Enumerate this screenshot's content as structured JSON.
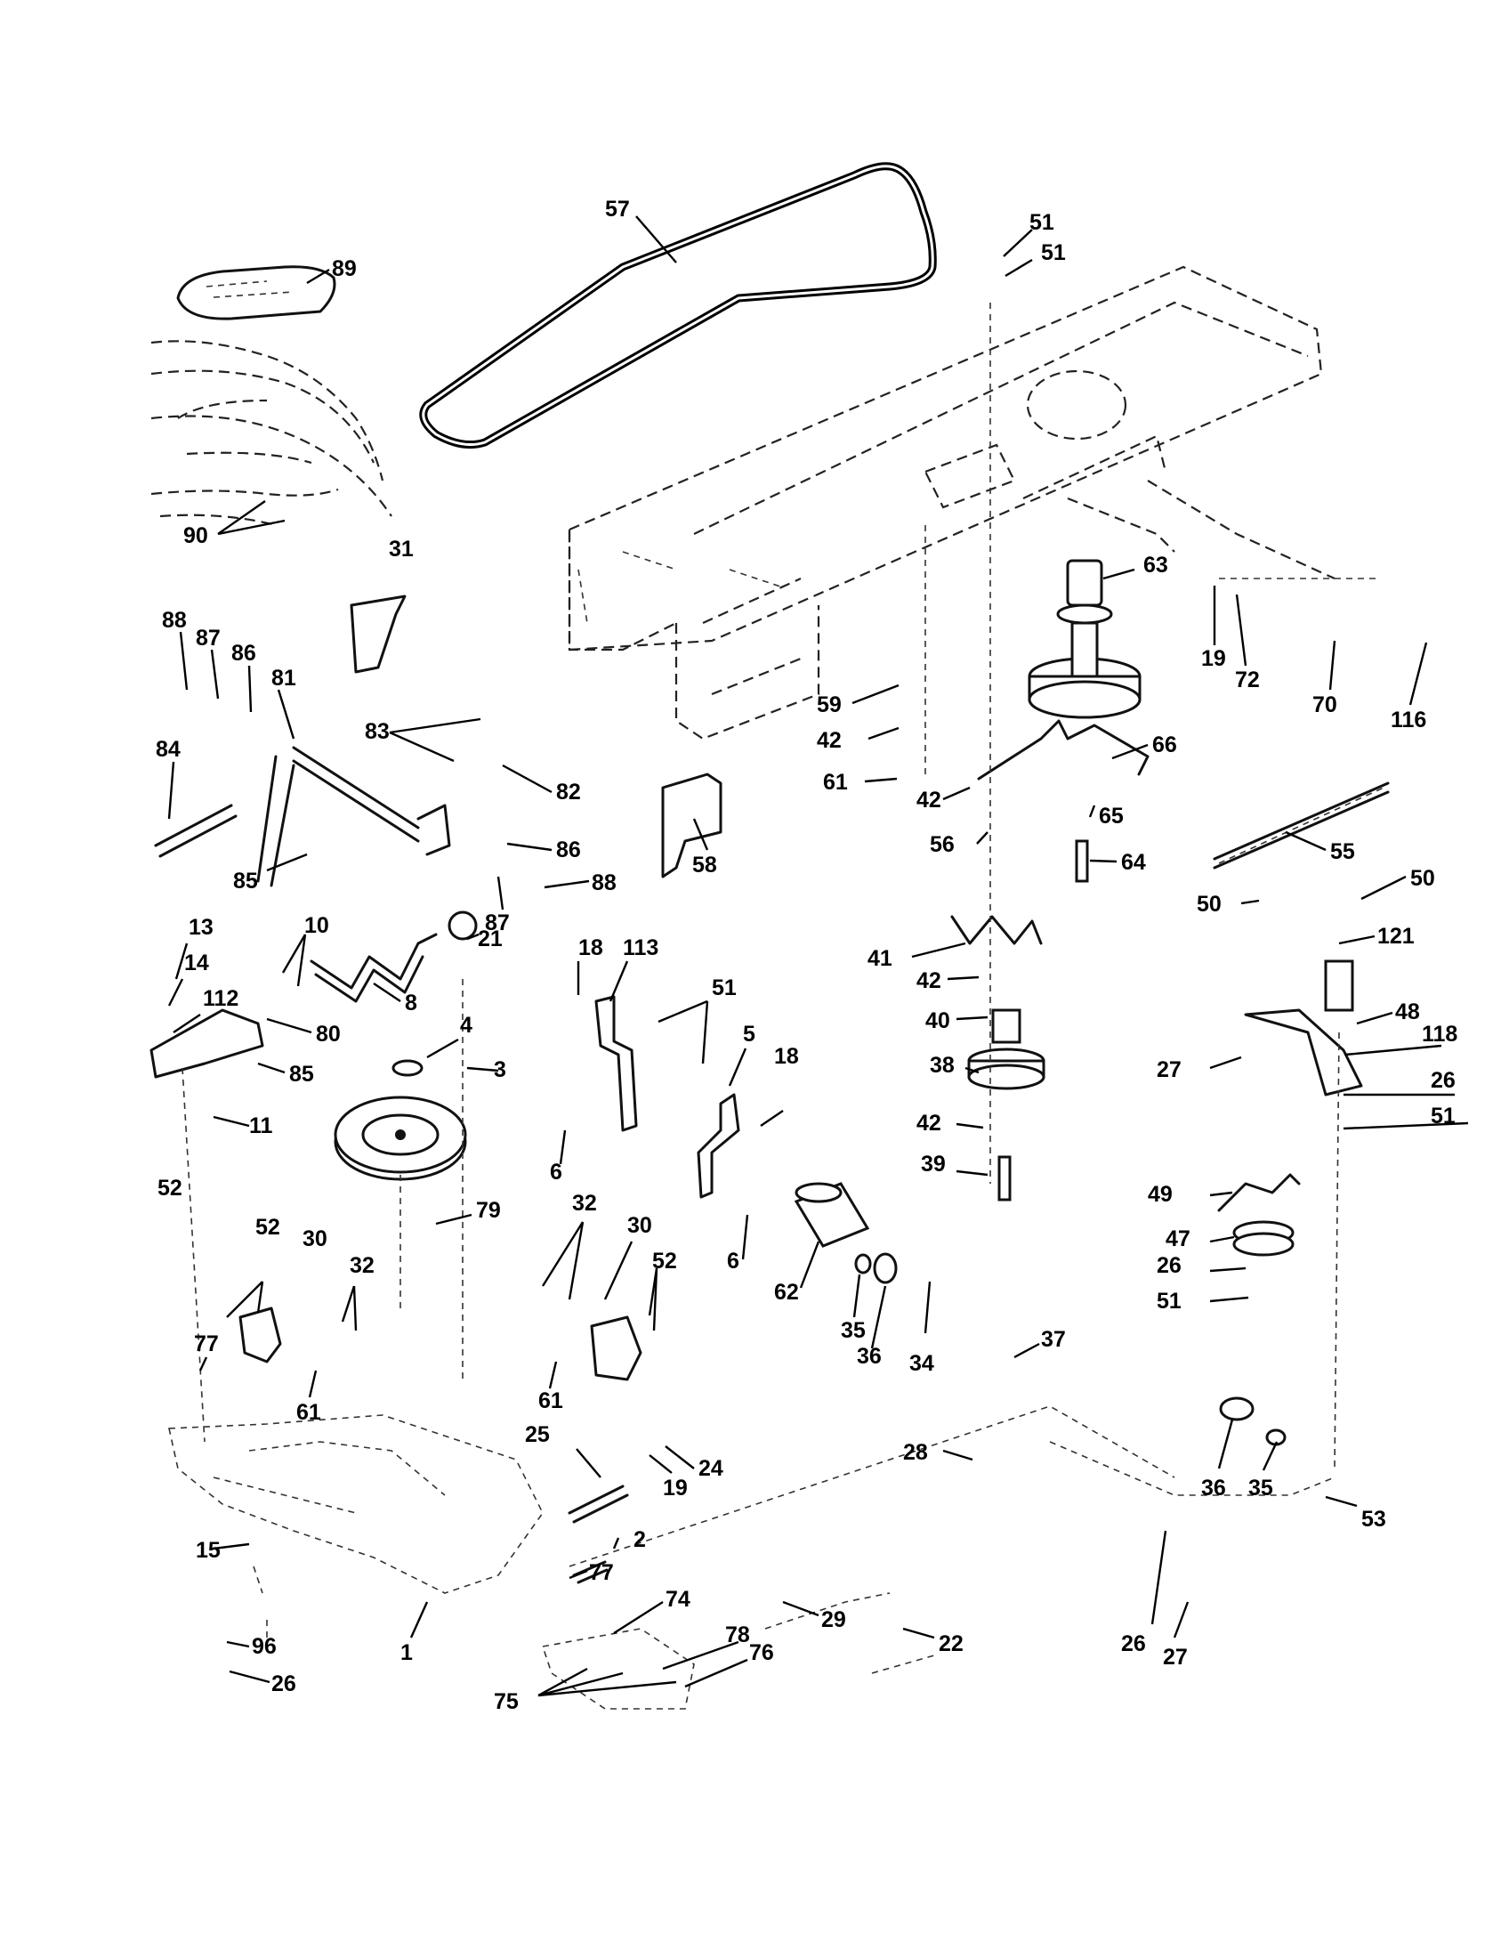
{
  "callouts": [
    {
      "id": "57",
      "label": "57"
    },
    {
      "id": "89",
      "label": "89"
    },
    {
      "id": "51a",
      "label": "51"
    },
    {
      "id": "51b",
      "label": "51"
    },
    {
      "id": "90",
      "label": "90"
    },
    {
      "id": "31",
      "label": "31"
    },
    {
      "id": "63",
      "label": "63"
    },
    {
      "id": "19a",
      "label": "19"
    },
    {
      "id": "72",
      "label": "72"
    },
    {
      "id": "70",
      "label": "70"
    },
    {
      "id": "116",
      "label": "116"
    },
    {
      "id": "88a",
      "label": "88"
    },
    {
      "id": "87a",
      "label": "87"
    },
    {
      "id": "86a",
      "label": "86"
    },
    {
      "id": "81",
      "label": "81"
    },
    {
      "id": "83",
      "label": "83"
    },
    {
      "id": "82",
      "label": "82"
    },
    {
      "id": "59",
      "label": "59"
    },
    {
      "id": "42a",
      "label": "42"
    },
    {
      "id": "61a",
      "label": "61"
    },
    {
      "id": "66",
      "label": "66"
    },
    {
      "id": "84",
      "label": "84"
    },
    {
      "id": "86b",
      "label": "86"
    },
    {
      "id": "85a",
      "label": "85"
    },
    {
      "id": "87b",
      "label": "87"
    },
    {
      "id": "88b",
      "label": "88"
    },
    {
      "id": "58",
      "label": "58"
    },
    {
      "id": "42b",
      "label": "42"
    },
    {
      "id": "56",
      "label": "56"
    },
    {
      "id": "65",
      "label": "65"
    },
    {
      "id": "64",
      "label": "64"
    },
    {
      "id": "55",
      "label": "55"
    },
    {
      "id": "50a",
      "label": "50"
    },
    {
      "id": "50b",
      "label": "50"
    },
    {
      "id": "10",
      "label": "10"
    },
    {
      "id": "13",
      "label": "13"
    },
    {
      "id": "14",
      "label": "14"
    },
    {
      "id": "112",
      "label": "112"
    },
    {
      "id": "21",
      "label": "21"
    },
    {
      "id": "18a",
      "label": "18"
    },
    {
      "id": "113",
      "label": "113"
    },
    {
      "id": "41",
      "label": "41"
    },
    {
      "id": "121",
      "label": "121"
    },
    {
      "id": "8",
      "label": "8"
    },
    {
      "id": "80",
      "label": "80"
    },
    {
      "id": "4",
      "label": "4"
    },
    {
      "id": "51c",
      "label": "51"
    },
    {
      "id": "5",
      "label": "5"
    },
    {
      "id": "42c",
      "label": "42"
    },
    {
      "id": "48",
      "label": "48"
    },
    {
      "id": "40",
      "label": "40"
    },
    {
      "id": "85b",
      "label": "85"
    },
    {
      "id": "3",
      "label": "3"
    },
    {
      "id": "18b",
      "label": "18"
    },
    {
      "id": "38",
      "label": "38"
    },
    {
      "id": "118",
      "label": "118"
    },
    {
      "id": "27a",
      "label": "27"
    },
    {
      "id": "26a",
      "label": "26"
    },
    {
      "id": "11",
      "label": "11"
    },
    {
      "id": "51d",
      "label": "51"
    },
    {
      "id": "42d",
      "label": "42"
    },
    {
      "id": "6a",
      "label": "6"
    },
    {
      "id": "39",
      "label": "39"
    },
    {
      "id": "52a",
      "label": "52"
    },
    {
      "id": "79",
      "label": "79"
    },
    {
      "id": "49",
      "label": "49"
    },
    {
      "id": "47",
      "label": "47"
    },
    {
      "id": "32a",
      "label": "32"
    },
    {
      "id": "30a",
      "label": "30"
    },
    {
      "id": "52b",
      "label": "52"
    },
    {
      "id": "30b",
      "label": "30"
    },
    {
      "id": "26b",
      "label": "26"
    },
    {
      "id": "32b",
      "label": "32"
    },
    {
      "id": "52c",
      "label": "52"
    },
    {
      "id": "6b",
      "label": "6"
    },
    {
      "id": "62",
      "label": "62"
    },
    {
      "id": "51e",
      "label": "51"
    },
    {
      "id": "77a",
      "label": "77"
    },
    {
      "id": "35a",
      "label": "35"
    },
    {
      "id": "36a",
      "label": "36"
    },
    {
      "id": "34",
      "label": "34"
    },
    {
      "id": "37",
      "label": "37"
    },
    {
      "id": "61b",
      "label": "61"
    },
    {
      "id": "61c",
      "label": "61"
    },
    {
      "id": "25",
      "label": "25"
    },
    {
      "id": "24",
      "label": "24"
    },
    {
      "id": "19b",
      "label": "19"
    },
    {
      "id": "28",
      "label": "28"
    },
    {
      "id": "36b",
      "label": "36"
    },
    {
      "id": "35b",
      "label": "35"
    },
    {
      "id": "53",
      "label": "53"
    },
    {
      "id": "2",
      "label": "2"
    },
    {
      "id": "15",
      "label": "15"
    },
    {
      "id": "77b",
      "label": "77"
    },
    {
      "id": "74",
      "label": "74"
    },
    {
      "id": "29",
      "label": "29"
    },
    {
      "id": "22",
      "label": "22"
    },
    {
      "id": "26c",
      "label": "26"
    },
    {
      "id": "96",
      "label": "96"
    },
    {
      "id": "78",
      "label": "78"
    },
    {
      "id": "76",
      "label": "76"
    },
    {
      "id": "1",
      "label": "1"
    },
    {
      "id": "27b",
      "label": "27"
    },
    {
      "id": "26d",
      "label": "26"
    },
    {
      "id": "75",
      "label": "75"
    }
  ]
}
